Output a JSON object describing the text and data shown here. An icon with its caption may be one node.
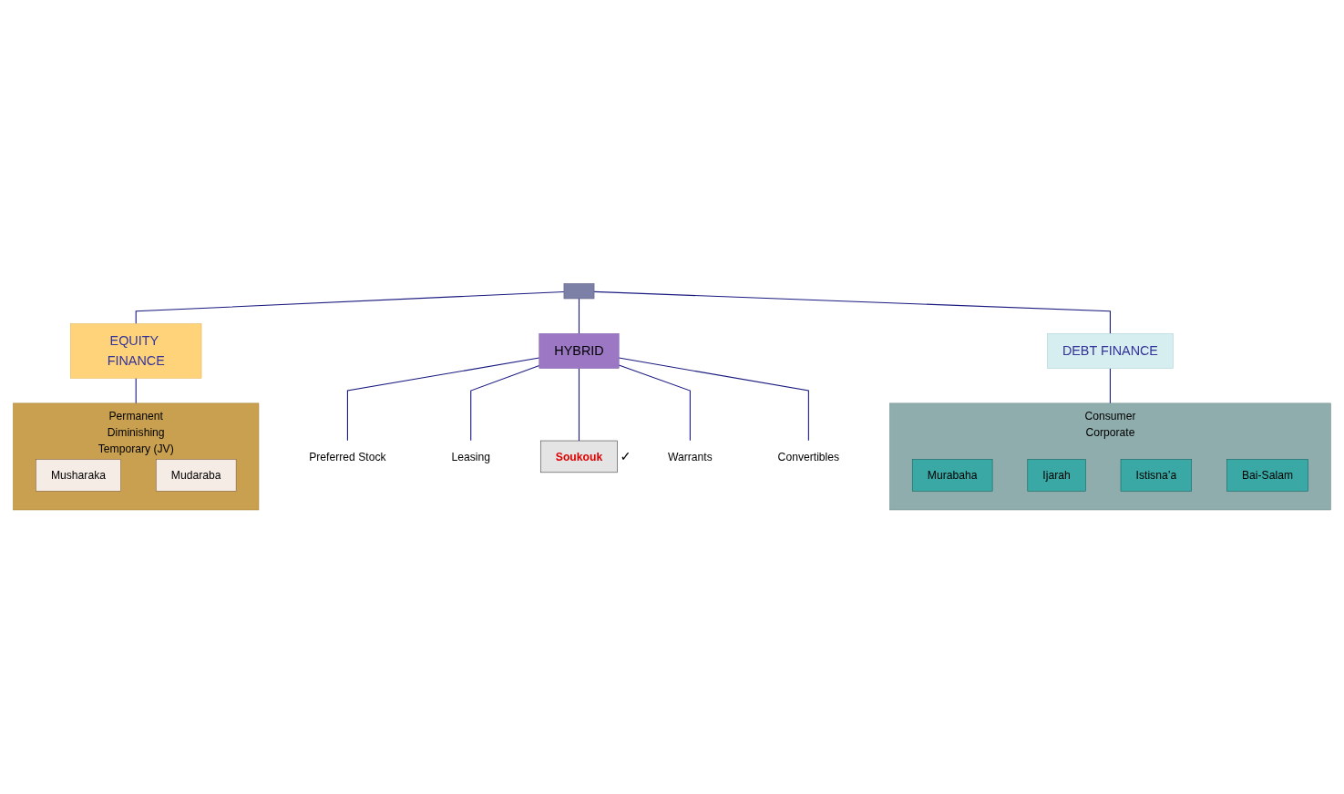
{
  "diagram": {
    "nodes": [
      {
        "text": [],
        "shape": "box"
      },
      {
        "text": [
          "EQUITY FINANCE"
        ]
      },
      {
        "text": [
          "HYBRID"
        ]
      },
      {
        "text": [
          "DEBT FINANCE"
        ]
      },
      {
        "text": [
          "Permanent",
          "Diminishing",
          "Temporary (JV)"
        ]
      },
      {
        "text": [
          "Musharaka"
        ],
        "in": 4
      },
      {
        "text": [
          "Mudaraba"
        ],
        "in": 4
      },
      {
        "text": [
          "Preferred Stock"
        ]
      },
      {
        "text": [
          "Leasing"
        ]
      },
      {
        "text": [
          "Soukouk"
        ],
        "beside": [
          "✓"
        ]
      },
      {
        "text": [
          "Warrants"
        ]
      },
      {
        "text": [
          "Convertibles"
        ]
      },
      {
        "text": [
          "Consumer",
          "Corporate"
        ]
      },
      {
        "text": [
          "Murabaha"
        ],
        "in": 12
      },
      {
        "text": [
          "Ijarah"
        ],
        "in": 12
      },
      {
        "text": [
          "Istisna’a"
        ],
        "in": 12
      },
      {
        "text": [
          "Bai-Salam"
        ],
        "in": 12
      }
    ],
    "edges": [
      {
        "from": 0,
        "to": 1,
        "arrow": "none"
      },
      {
        "from": 0,
        "to": 2,
        "arrow": "none"
      },
      {
        "from": 0,
        "to": 3,
        "arrow": "none"
      },
      {
        "from": 1,
        "to": 4,
        "arrow": "none"
      },
      {
        "from": 2,
        "to": 7,
        "arrow": "none"
      },
      {
        "from": 2,
        "to": 8,
        "arrow": "none"
      },
      {
        "from": 2,
        "to": 9,
        "arrow": "none"
      },
      {
        "from": 2,
        "to": 10,
        "arrow": "none"
      },
      {
        "from": 2,
        "to": 11,
        "arrow": "none"
      },
      {
        "from": 3,
        "to": 12,
        "arrow": "none"
      }
    ]
  }
}
